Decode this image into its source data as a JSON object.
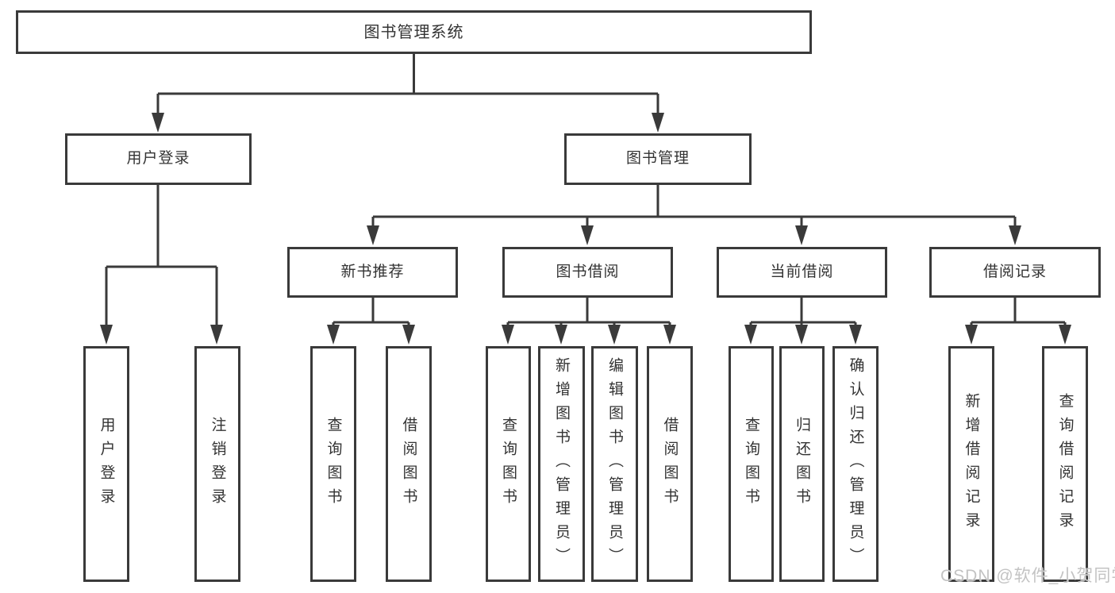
{
  "diagram": {
    "root": "图书管理系统",
    "level2": [
      "用户登录",
      "图书管理"
    ],
    "level3": [
      "新书推荐",
      "图书借阅",
      "当前借阅",
      "借阅记录"
    ],
    "leaves": {
      "user_login": [
        "用户登录",
        "注销登录"
      ],
      "new_book_rec": [
        "查询图书",
        "借阅图书"
      ],
      "book_borrow": [
        "查询图书",
        "新增图书（管理员）",
        "编辑图书（管理员）",
        "借阅图书"
      ],
      "current_borrow": [
        "查询图书",
        "归还图书",
        "确认归还（管理员）"
      ],
      "borrow_record": [
        "新增借阅记录",
        "查询借阅记录"
      ]
    }
  },
  "watermark": "CSDN @软件_小贺同学",
  "colors": {
    "line": "#3a3a3a",
    "box_border": "#3a3a3a",
    "text": "#333333",
    "background": "#ffffff",
    "watermark": "#c3c3c3"
  }
}
